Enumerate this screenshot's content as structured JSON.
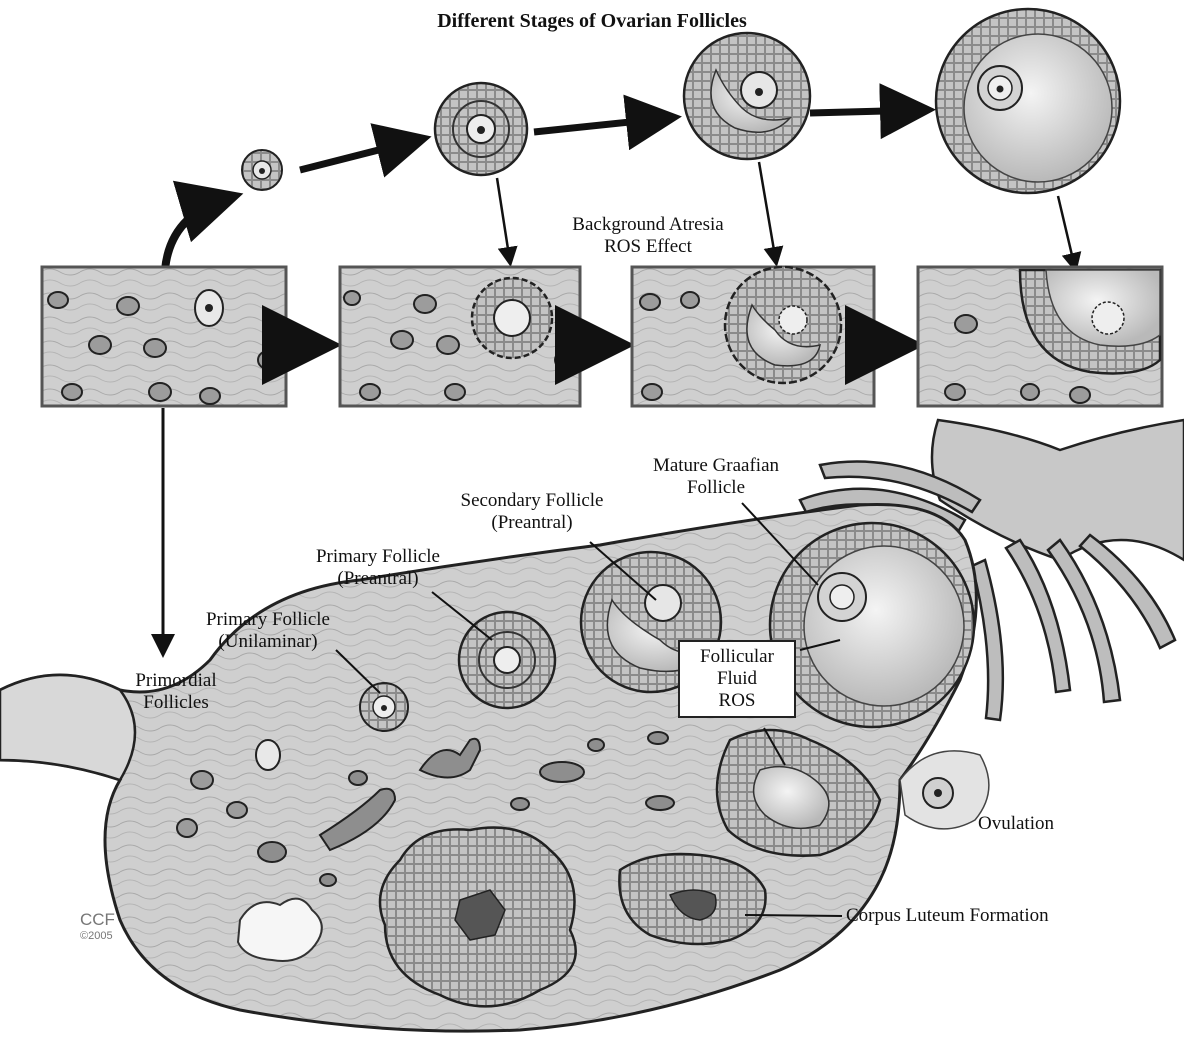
{
  "title": "Different Stages of Ovarian Follicles",
  "labels": {
    "background_atresia_line1": "Background Atresia",
    "background_atresia_line2": "ROS Effect",
    "mature_graafian_line1": "Mature Graafian",
    "mature_graafian_line2": "Follicle",
    "secondary_line1": "Secondary Follicle",
    "secondary_line2": "(Preantral)",
    "primary_preantral_line1": "Primary Follicle",
    "primary_preantral_line2": "(Preantral)",
    "primary_unilaminar_line1": "Primary Follicle",
    "primary_unilaminar_line2": "(Unilaminar)",
    "primordial_line1": "Primordial",
    "primordial_line2": "Follicles",
    "follicular_fluid_line1": "Follicular",
    "follicular_fluid_line2": "Fluid",
    "follicular_fluid_line3": "ROS",
    "ovulation": "Ovulation",
    "corpus_luteum": "Corpus Luteum Formation"
  },
  "credit": {
    "mark": "CCF",
    "year": "©2005"
  },
  "colors": {
    "tissue": "#cfcfcf",
    "tissue_dark": "#9a9a9a",
    "outline": "#1a1a1a",
    "fluid": "#e6e6e6",
    "background": "#ffffff"
  }
}
